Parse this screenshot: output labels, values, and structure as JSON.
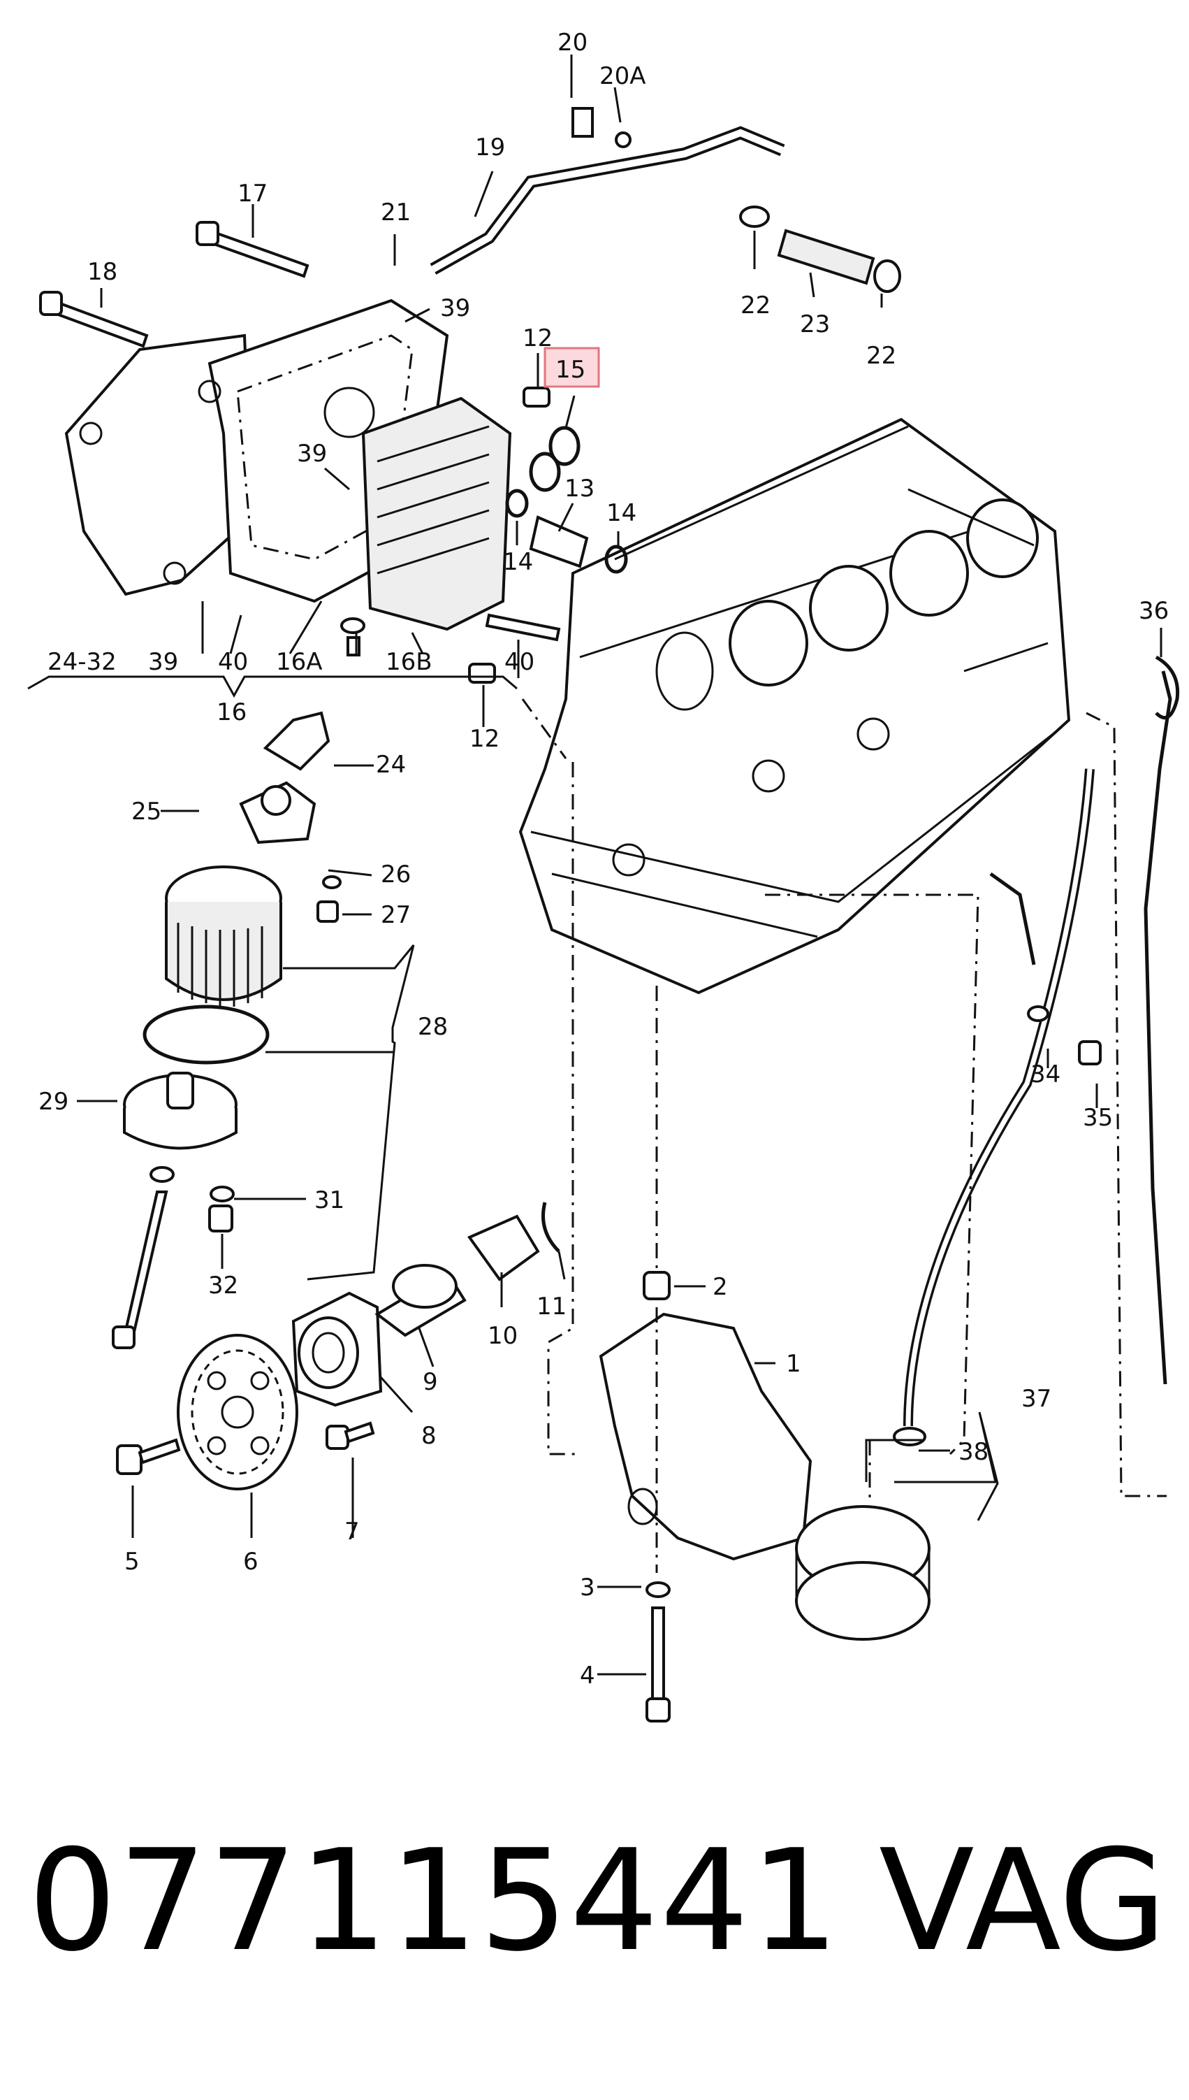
{
  "callouts": [
    {
      "id": "c20",
      "text": "20"
    },
    {
      "id": "c20a",
      "text": "20A"
    },
    {
      "id": "c19",
      "text": "19"
    },
    {
      "id": "c17",
      "text": "17"
    },
    {
      "id": "c21",
      "text": "21"
    },
    {
      "id": "c18",
      "text": "18"
    },
    {
      "id": "c39a",
      "text": "39"
    },
    {
      "id": "c12a",
      "text": "12"
    },
    {
      "id": "c15",
      "text": "15"
    },
    {
      "id": "c22a",
      "text": "22"
    },
    {
      "id": "c23",
      "text": "23"
    },
    {
      "id": "c22b",
      "text": "22"
    },
    {
      "id": "c39b",
      "text": "39"
    },
    {
      "id": "c13",
      "text": "13"
    },
    {
      "id": "c14a",
      "text": "14"
    },
    {
      "id": "c14b",
      "text": "14"
    },
    {
      "id": "c2432",
      "text": "24-32"
    },
    {
      "id": "c39c",
      "text": "39"
    },
    {
      "id": "c40a",
      "text": "40"
    },
    {
      "id": "c16a",
      "text": "16A"
    },
    {
      "id": "c16b",
      "text": "16B"
    },
    {
      "id": "c40b",
      "text": "40"
    },
    {
      "id": "c16",
      "text": "16"
    },
    {
      "id": "c12b",
      "text": "12"
    },
    {
      "id": "c36",
      "text": "36"
    },
    {
      "id": "c24",
      "text": "24"
    },
    {
      "id": "c25",
      "text": "25"
    },
    {
      "id": "c26",
      "text": "26"
    },
    {
      "id": "c27",
      "text": "27"
    },
    {
      "id": "c28",
      "text": "28"
    },
    {
      "id": "c29",
      "text": "29"
    },
    {
      "id": "c34",
      "text": "34"
    },
    {
      "id": "c35",
      "text": "35"
    },
    {
      "id": "c31",
      "text": "31"
    },
    {
      "id": "c32",
      "text": "32"
    },
    {
      "id": "c11",
      "text": "11"
    },
    {
      "id": "c10",
      "text": "10"
    },
    {
      "id": "c2",
      "text": "2"
    },
    {
      "id": "c9",
      "text": "9"
    },
    {
      "id": "c1",
      "text": "1"
    },
    {
      "id": "c37",
      "text": "37"
    },
    {
      "id": "c8",
      "text": "8"
    },
    {
      "id": "c38",
      "text": "38"
    },
    {
      "id": "c5",
      "text": "5"
    },
    {
      "id": "c6",
      "text": "6"
    },
    {
      "id": "c7",
      "text": "7"
    },
    {
      "id": "c3",
      "text": "3"
    },
    {
      "id": "c4",
      "text": "4"
    }
  ],
  "highlight": {
    "callout": "15",
    "fill": "#fbd9dc",
    "stroke": "#e07780"
  },
  "caption": {
    "part_number": "077115441",
    "brand": "VAG"
  }
}
